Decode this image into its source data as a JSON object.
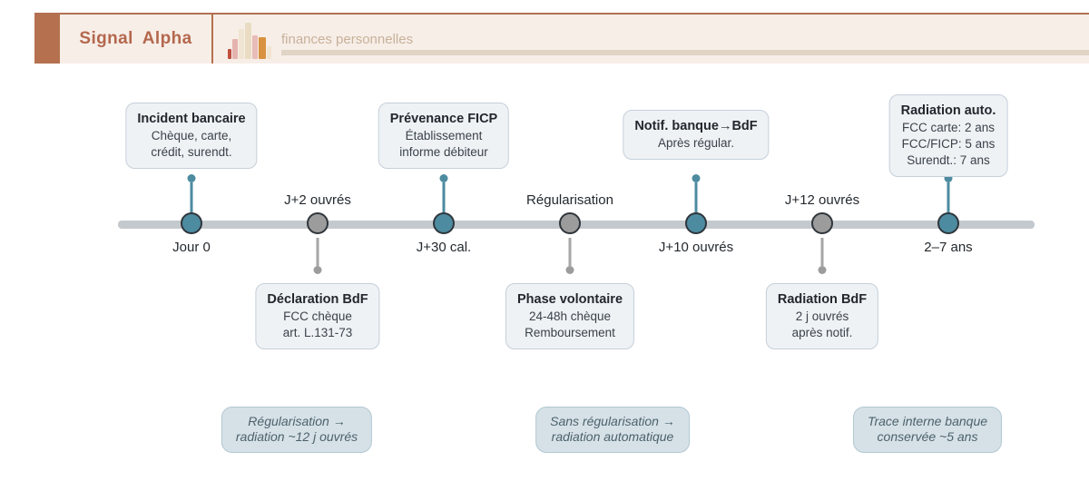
{
  "header": {
    "app_title": "Signal Alpha",
    "subtitle": "finances personnelles",
    "brand_color": "#b5714f",
    "band_bg": "#f7eee8"
  },
  "timeline": {
    "bar_color": "#c4c9ce",
    "event_color": "#4d8ba0",
    "milestone_color": "#9c9c9c",
    "nodes": [
      {
        "label": "Jour 0",
        "type": "event"
      },
      {
        "label": "J+2 ouvrés",
        "type": "milestone"
      },
      {
        "label": "J+30 cal.",
        "type": "event"
      },
      {
        "label": "Régularisation",
        "type": "milestone"
      },
      {
        "label": "J+10 ouvrés",
        "type": "event"
      },
      {
        "label": "J+12 ouvrés",
        "type": "milestone"
      },
      {
        "label": "2–7 ans",
        "type": "event"
      }
    ]
  },
  "callouts_top": [
    {
      "title": "Incident bancaire",
      "lines": [
        "Chèque, carte,",
        "crédit, surendt."
      ]
    },
    {
      "title": "Prévenance FICP",
      "lines": [
        "Établissement",
        "informe débiteur"
      ]
    },
    {
      "title": "Notif. banque→BdF",
      "lines": [
        "Après régular."
      ]
    },
    {
      "title": "Radiation auto.",
      "lines": [
        "FCC carte: 2 ans",
        "FCC/FICP: 5 ans",
        "Surendt.: 7 ans"
      ]
    }
  ],
  "callouts_bottom": [
    {
      "title": "Déclaration BdF",
      "lines": [
        "FCC chèque",
        "art. L.131-73"
      ]
    },
    {
      "title": "Phase volontaire",
      "lines": [
        "24-48h chèque",
        "Remboursement"
      ]
    },
    {
      "title": "Radiation BdF",
      "lines": [
        "2 j ouvrés",
        "après notif."
      ]
    }
  ],
  "notes": [
    {
      "lines": [
        "Régularisation →",
        "radiation ~12 j ouvrés"
      ]
    },
    {
      "lines": [
        "Sans régularisation →",
        "radiation automatique"
      ]
    },
    {
      "lines": [
        "Trace interne banque",
        "conservée ~5 ans"
      ]
    }
  ]
}
